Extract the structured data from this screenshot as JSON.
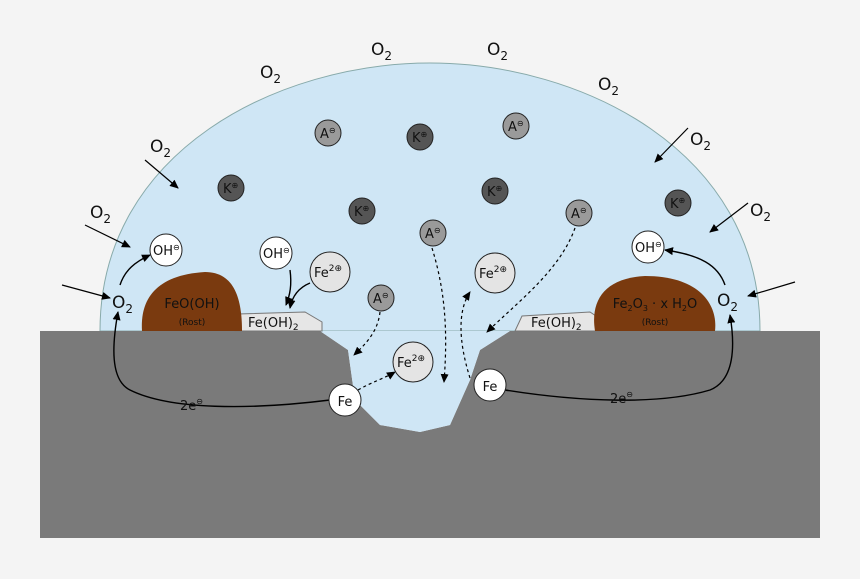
{
  "oxygen_label": "O",
  "oxygen_sub": "2",
  "anion": {
    "symbol": "A",
    "charge": "⊖"
  },
  "cation": {
    "symbol": "K",
    "charge": "⊕"
  },
  "hydroxide": {
    "symbol": "OH",
    "charge": "⊖"
  },
  "ferrous": {
    "symbol": "Fe",
    "charge": "2⊕"
  },
  "iron": "Fe",
  "electrons": {
    "label": "2e",
    "charge": "⊖"
  },
  "left_rust": {
    "formula": "FeO(OH)",
    "note": "(Rost)"
  },
  "right_rust": {
    "formula_a": "Fe",
    "sub_a": "2",
    "formula_b": "O",
    "sub_b": "3",
    "formula_c": " · x H",
    "sub_c": "2",
    "formula_d": "O",
    "note": "(Rost)"
  },
  "hydroxide_deposit": {
    "formula": "Fe(OH)",
    "sub": "2"
  },
  "colors": {
    "droplet": "#cfe6f5",
    "metal": "#7a7a7a",
    "rust": "#7a3a0f",
    "deposit": "#e6e6e6",
    "cation_fill": "#555555",
    "anion_fill": "#9a9a9a",
    "ferrous_fill": "#e4e4e4",
    "white_ion": "#ffffff"
  }
}
